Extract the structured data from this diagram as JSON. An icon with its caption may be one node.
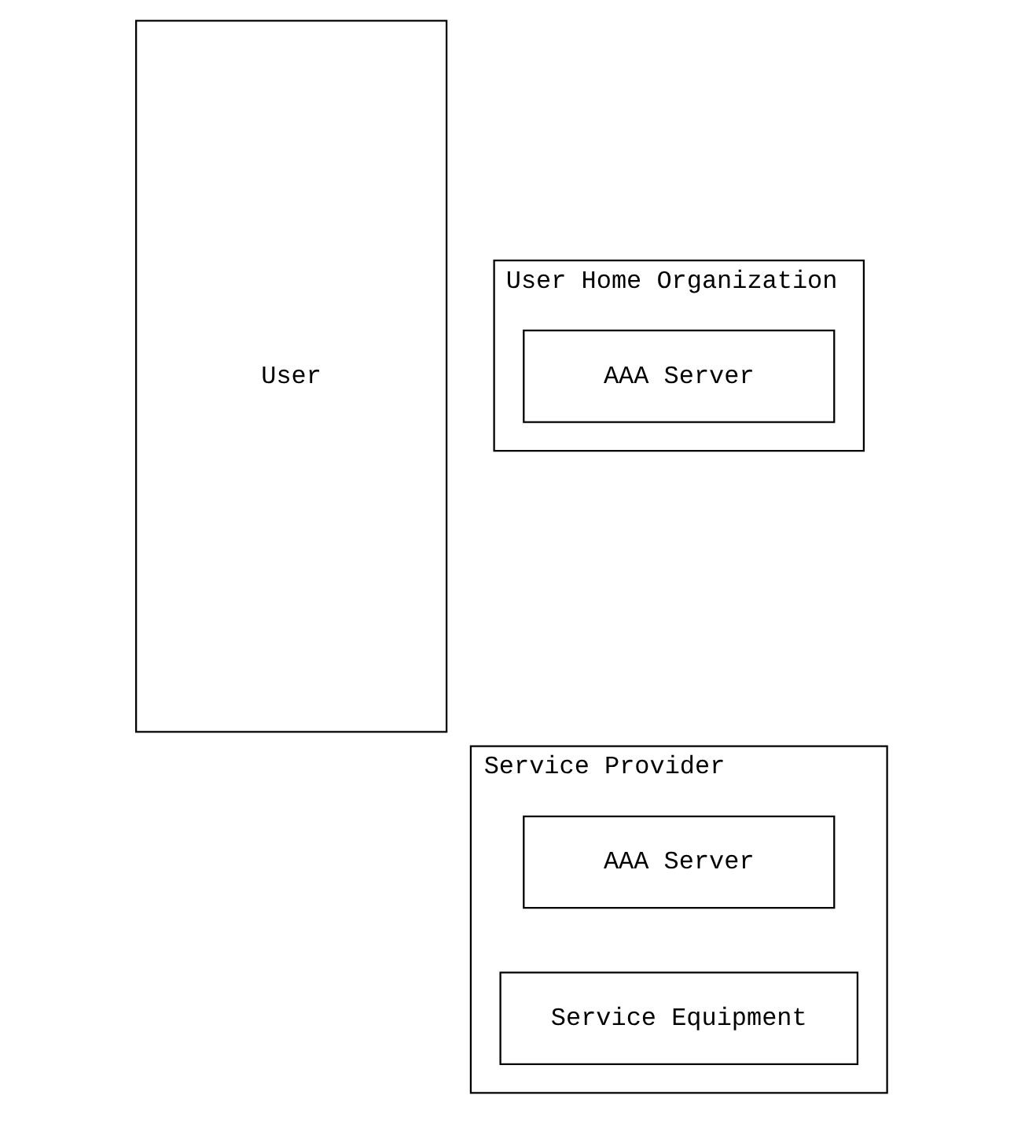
{
  "diagram": {
    "nodes": [
      {
        "text": [
          "User"
        ]
      },
      {
        "text": [
          "User Home Organization"
        ]
      },
      {
        "text": [
          "AAA Server"
        ],
        "in": 1
      },
      {
        "text": [
          "Service Provider"
        ]
      },
      {
        "text": [
          "AAA Server"
        ],
        "in": 3
      },
      {
        "text": [
          "Service Equipment"
        ],
        "in": 3
      }
    ]
  }
}
